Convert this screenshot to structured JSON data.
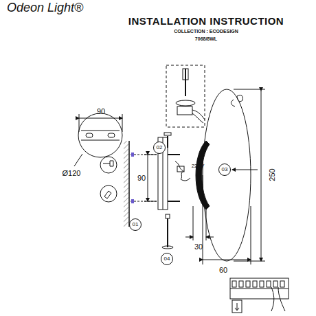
{
  "diagram": {
    "title": "INSTALLATION INSTRUCTION",
    "nodes": [
      {
        "text": [
          "02"
        ]
      },
      {
        "text": [
          "03"
        ]
      },
      {
        "text": [
          "01"
        ]
      },
      {
        "text": [
          "04"
        ]
      }
    ],
    "labels": [
      "Odeon Light®",
      "COLLECTION : ECODESIGN",
      "7068/8WL",
      "90",
      "Ø120",
      "220V",
      "90",
      "250",
      "30",
      "60"
    ]
  }
}
